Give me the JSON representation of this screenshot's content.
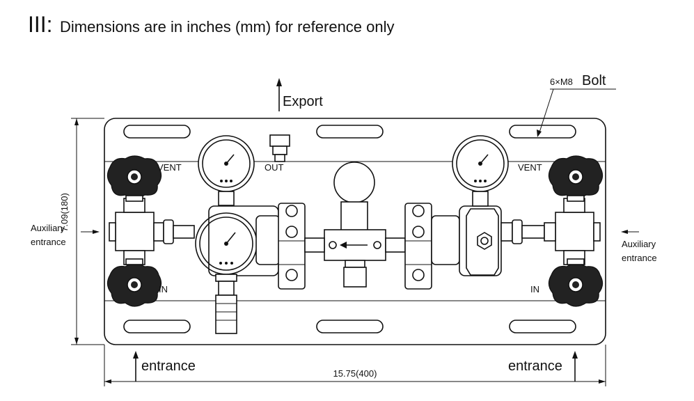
{
  "heading": {
    "roman": "III:",
    "text": "Dimensions are in inches (mm) for reference only"
  },
  "labels": {
    "export": "Export",
    "bolt_prefix": "6×M8",
    "bolt": "Bolt",
    "vent_left": "VENT",
    "vent_right": "VENT",
    "out": "OUT",
    "in_left": "IN",
    "in_right": "IN",
    "aux_left_1": "Auxiliary",
    "aux_left_2": "entrance",
    "aux_right_1": "Auxiliary",
    "aux_right_2": "entrance",
    "entrance_left": "entrance",
    "entrance_right": "entrance"
  },
  "dimensions": {
    "height": "7.09(180)",
    "width": "15.75(400)"
  },
  "colors": {
    "line": "#111111",
    "background": "#ffffff"
  }
}
